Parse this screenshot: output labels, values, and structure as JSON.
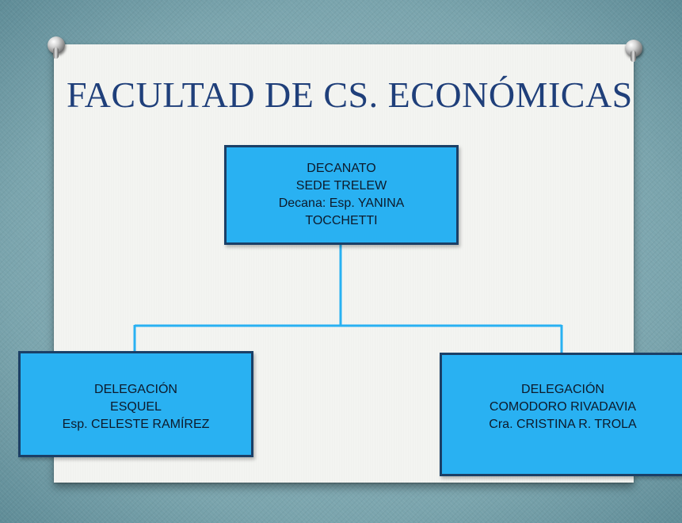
{
  "title": "FACULTAD DE CS. ECONÓMICAS",
  "colors": {
    "box_fill": "#29b1f2",
    "box_border": "#1b3f66",
    "connector": "#29b1f2",
    "title": "#1f3f7a"
  },
  "nodes": {
    "top": {
      "lines": [
        "DECANATO",
        "SEDE TRELEW",
        "Decana: Esp. YANINA",
        "TOCCHETTI"
      ]
    },
    "left": {
      "lines": [
        "DELEGACIÓN",
        "ESQUEL",
        "Esp. CELESTE RAMÍREZ"
      ]
    },
    "right": {
      "lines": [
        "DELEGACIÓN",
        "COMODORO RIVADAVIA",
        "Cra. CRISTINA R. TROLA"
      ]
    }
  }
}
